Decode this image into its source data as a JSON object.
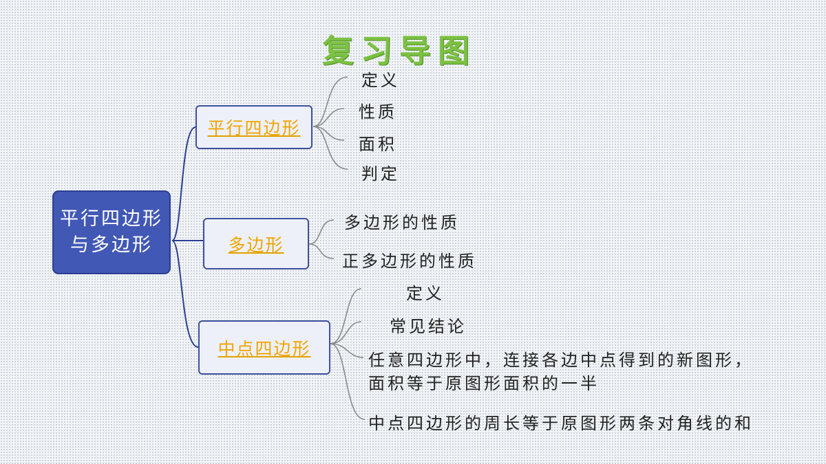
{
  "title": "复习导图",
  "root": {
    "line1": "平行四边形",
    "line2": "与多边形"
  },
  "branches": [
    {
      "label": "平行四边形",
      "children": [
        "定义",
        "性质",
        "面积",
        "判定"
      ]
    },
    {
      "label": "多边形",
      "children": [
        "多边形的性质",
        "正多边形的性质"
      ]
    },
    {
      "label": "中点四边形",
      "children": [
        "定义",
        "常见结论",
        "任意四边形中，连接各边中点得到的新图形，",
        "面积等于原图形面积的一半",
        "中点四边形的周长等于原图形两条对角线的和"
      ]
    }
  ],
  "colors": {
    "title": "#7bc142",
    "root_fill": "#4158b5",
    "node_border": "#3b4f9c",
    "link_text": "#f0a500",
    "connector_dark": "#2b3e8f",
    "connector_light": "#8a8a8a"
  }
}
